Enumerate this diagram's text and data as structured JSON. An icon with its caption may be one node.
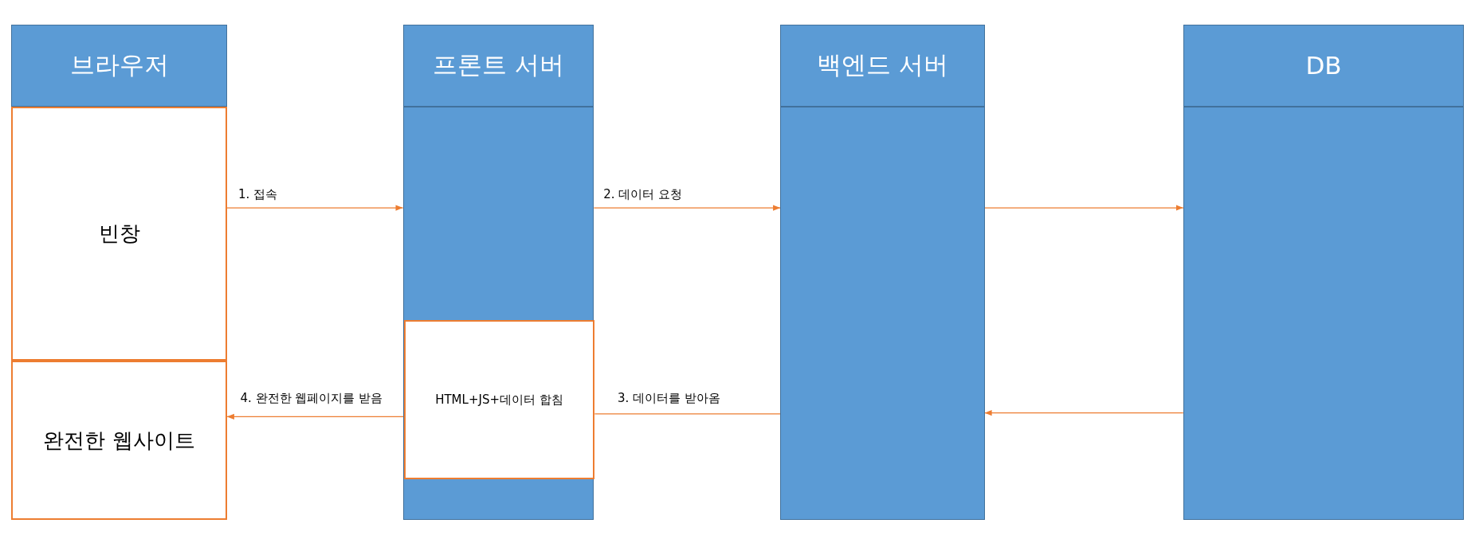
{
  "diagram": {
    "nodes": [
      {
        "text": [
          "브라우저"
        ]
      },
      {
        "text": [
          "빈창"
        ]
      },
      {
        "text": [
          "완전한 웹사이트"
        ]
      },
      {
        "text": [
          "프론트 서버"
        ]
      },
      {
        "text": [],
        "shape": "box"
      },
      {
        "text": [
          "HTML+JS+데이터 합침"
        ],
        "in": 4
      },
      {
        "text": [
          "백엔드 서버"
        ]
      },
      {
        "text": [],
        "shape": "box"
      },
      {
        "text": [
          "DB"
        ]
      },
      {
        "text": [],
        "shape": "box"
      }
    ],
    "edges": [
      {
        "from": 1,
        "to": 4,
        "arrow": "to",
        "label": "1. 접속"
      },
      {
        "from": 4,
        "to": 7,
        "arrow": "to",
        "label": "2. 데이터 요청"
      },
      {
        "from": 7,
        "to": 9,
        "arrow": "to"
      },
      {
        "from": 9,
        "to": 7,
        "arrow": "to"
      },
      {
        "from": 7,
        "to": 5,
        "arrow": "none",
        "label": "3. 데이터를 받아옴"
      },
      {
        "from": 5,
        "to": 2,
        "arrow": "to",
        "label": "4. 완전한 웹페이지를 받음"
      }
    ]
  }
}
